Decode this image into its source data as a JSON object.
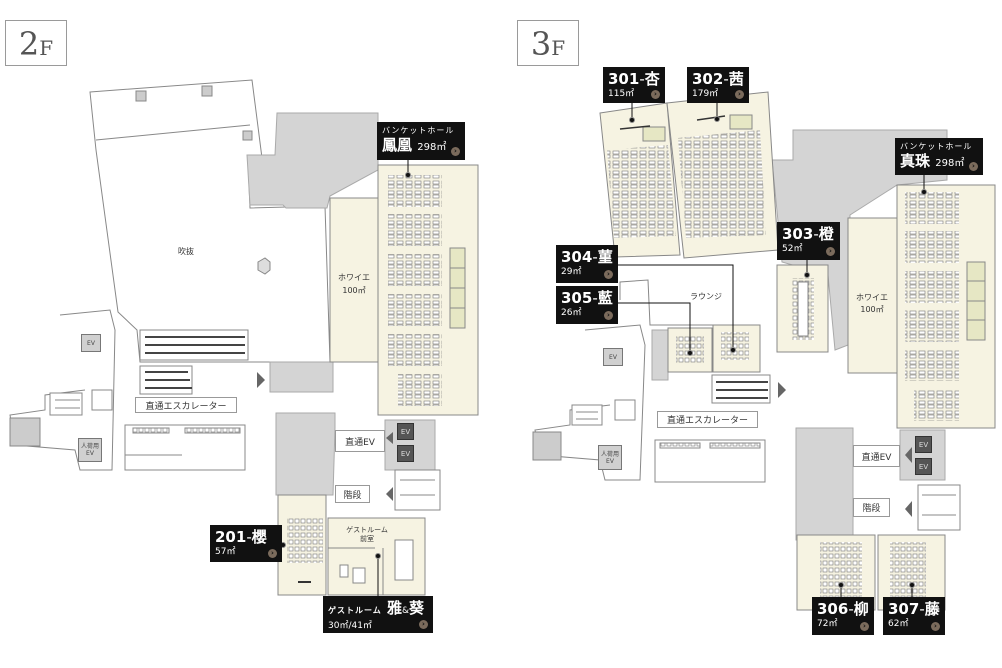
{
  "colors": {
    "room": "#f6f3e2",
    "stage": "#e6e7c4",
    "core": "#d4d4d4",
    "label_bg": "#111111",
    "link_dot": "#7b6b5c"
  },
  "floor2": {
    "number": "2",
    "unit": "F",
    "atrium": "吹抜",
    "foyer": {
      "name": "ホワイエ",
      "area": "100㎡"
    },
    "escalator": "直通エスカレーター",
    "direct_ev": "直通EV",
    "ev": "EV",
    "stairs": "階段",
    "freight_ev": [
      "人荷用",
      "EV"
    ],
    "guest_anteroom": [
      "ゲストルーム",
      "前室"
    ],
    "banquet": {
      "subtitle": "バンケットホール",
      "name": "鳳凰",
      "area": "298㎡"
    },
    "room201": {
      "number": "201",
      "sep": "-",
      "name": "櫻",
      "area": "57㎡"
    },
    "guest": {
      "prefix": "ゲストルーム",
      "name1": "雅",
      "amp": "&",
      "name2": "葵",
      "area": "30㎡/41㎡"
    }
  },
  "floor3": {
    "number": "3",
    "unit": "F",
    "lounge": "ラウンジ",
    "foyer": {
      "name": "ホワイエ",
      "area": "100㎡"
    },
    "escalator": "直通エスカレーター",
    "direct_ev": "直通EV",
    "ev": "EV",
    "stairs": "階段",
    "freight_ev": [
      "人荷用",
      "EV"
    ],
    "banquet": {
      "subtitle": "バンケットホール",
      "name": "真珠",
      "area": "298㎡"
    },
    "rooms": [
      {
        "number": "301",
        "sep": "-",
        "name": "杏",
        "area": "115㎡"
      },
      {
        "number": "302",
        "sep": "-",
        "name": "茜",
        "area": "179㎡"
      },
      {
        "number": "303",
        "sep": "-",
        "name": "橙",
        "area": "52㎡"
      },
      {
        "number": "304",
        "sep": "-",
        "name": "菫",
        "area": "29㎡"
      },
      {
        "number": "305",
        "sep": "-",
        "name": "藍",
        "area": "26㎡"
      },
      {
        "number": "306",
        "sep": "-",
        "name": "柳",
        "area": "72㎡"
      },
      {
        "number": "307",
        "sep": "-",
        "name": "藤",
        "area": "62㎡"
      }
    ]
  },
  "link_icon": "›"
}
